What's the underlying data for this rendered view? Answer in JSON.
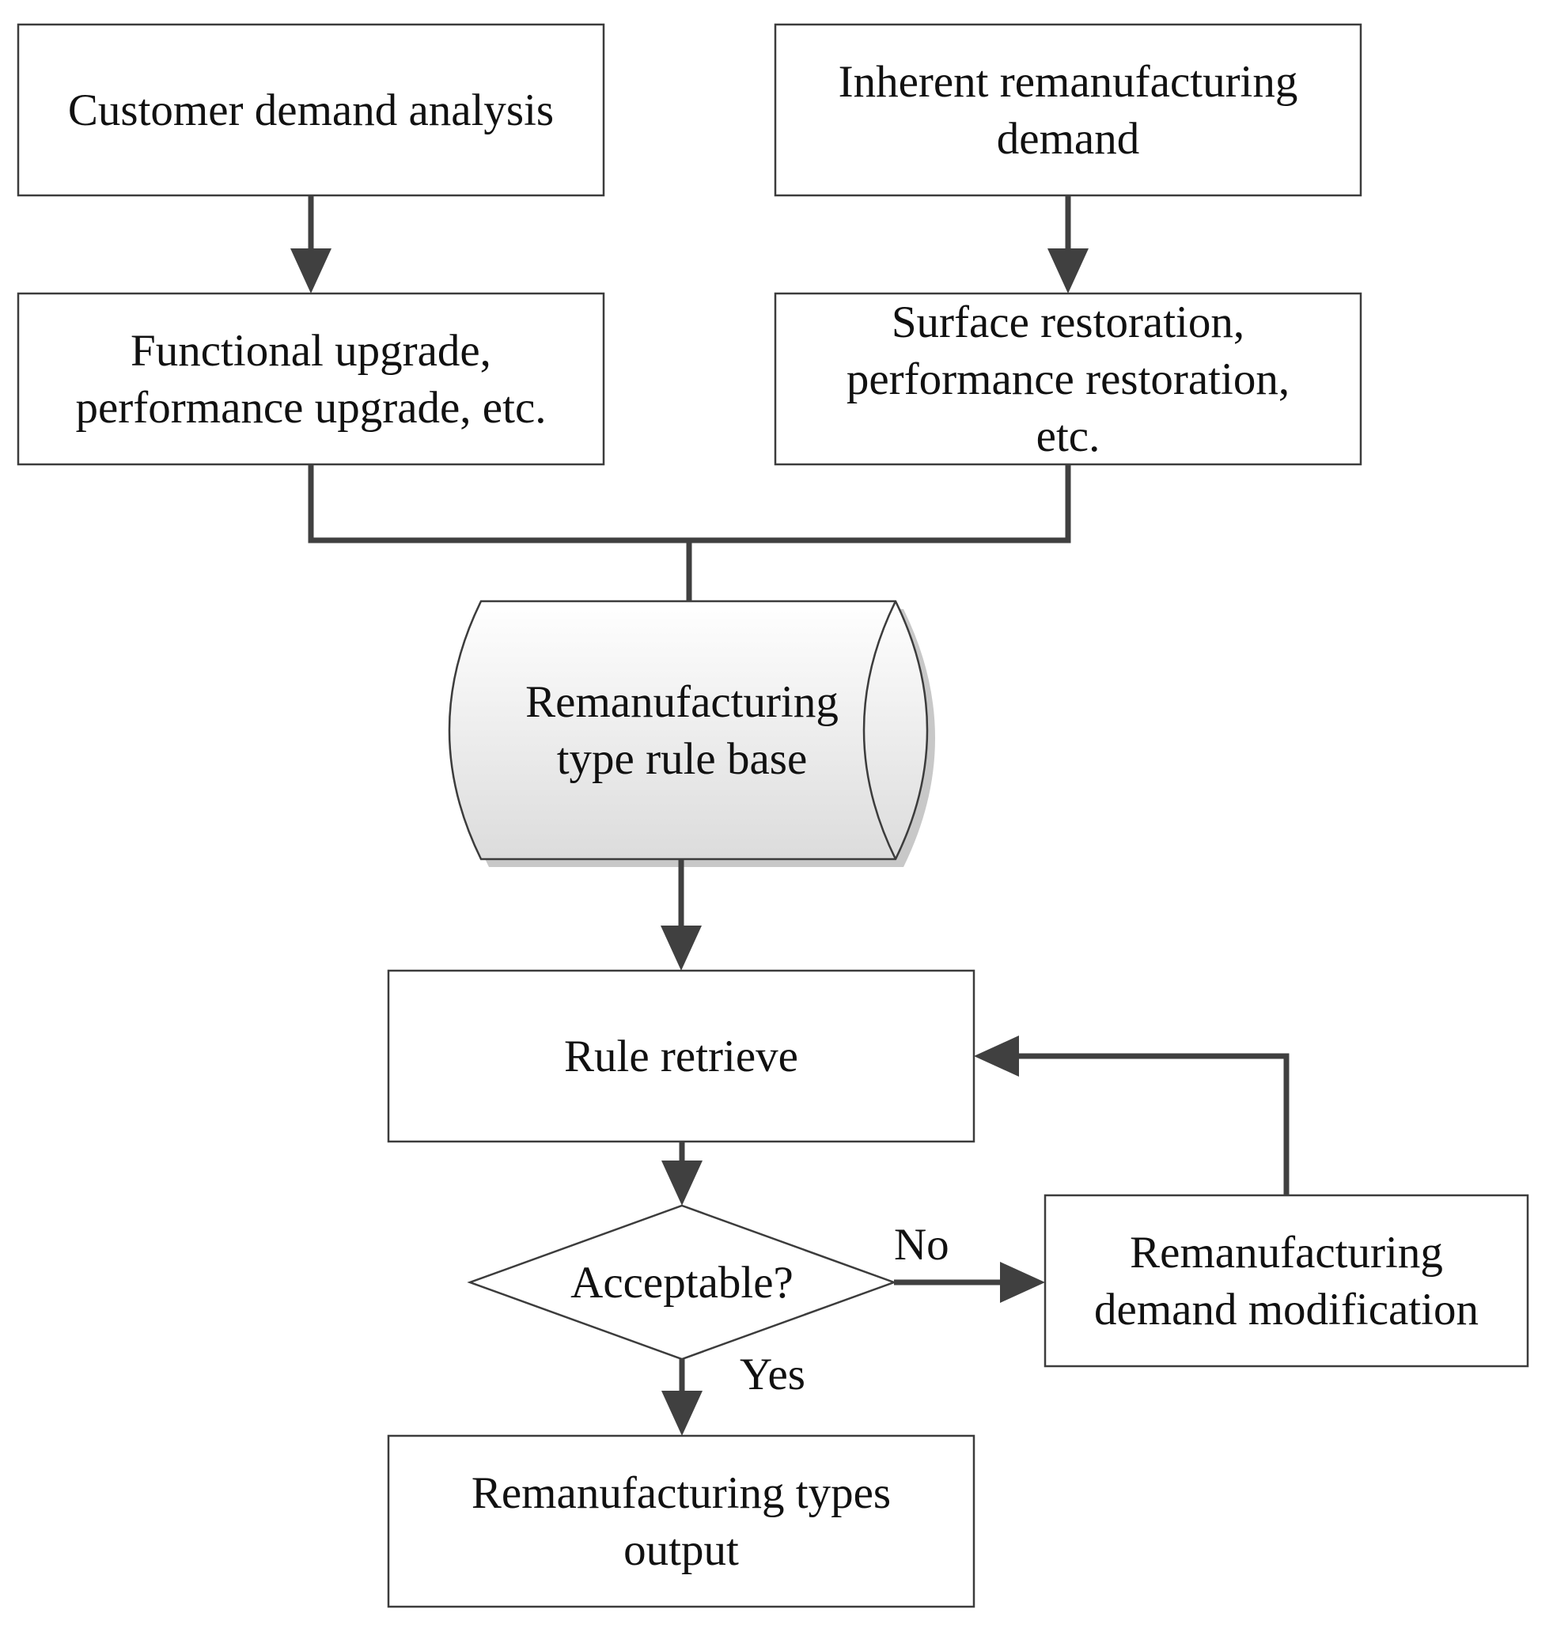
{
  "nodes": {
    "customer_demand_analysis": {
      "lines": [
        "Customer demand analysis"
      ]
    },
    "inherent_demand": {
      "lines": [
        "Inherent remanufacturing",
        "demand"
      ]
    },
    "functional_upgrade": {
      "lines": [
        "Functional upgrade,",
        "performance upgrade, etc."
      ]
    },
    "surface_restoration": {
      "lines": [
        "Surface restoration,",
        "performance restoration,",
        "etc."
      ]
    },
    "rule_base": {
      "lines": [
        "Remanufacturing",
        "type rule base"
      ]
    },
    "rule_retrieve": {
      "lines": [
        "Rule retrieve"
      ]
    },
    "acceptable": {
      "lines": [
        "Acceptable?"
      ]
    },
    "demand_modification": {
      "lines": [
        "Remanufacturing",
        "demand modification"
      ]
    },
    "types_output": {
      "lines": [
        "Remanufacturing types",
        "output"
      ]
    }
  },
  "edges": [
    {
      "from": "customer_demand_analysis",
      "to": "functional_upgrade",
      "label": ""
    },
    {
      "from": "inherent_demand",
      "to": "surface_restoration",
      "label": ""
    },
    {
      "from": "functional_upgrade",
      "to": "rule_base",
      "label": ""
    },
    {
      "from": "surface_restoration",
      "to": "rule_base",
      "label": ""
    },
    {
      "from": "rule_base",
      "to": "rule_retrieve",
      "label": ""
    },
    {
      "from": "rule_retrieve",
      "to": "acceptable",
      "label": ""
    },
    {
      "from": "acceptable",
      "to": "demand_modification",
      "label": "No"
    },
    {
      "from": "demand_modification",
      "to": "rule_retrieve",
      "label": ""
    },
    {
      "from": "acceptable",
      "to": "types_output",
      "label": "Yes"
    }
  ]
}
